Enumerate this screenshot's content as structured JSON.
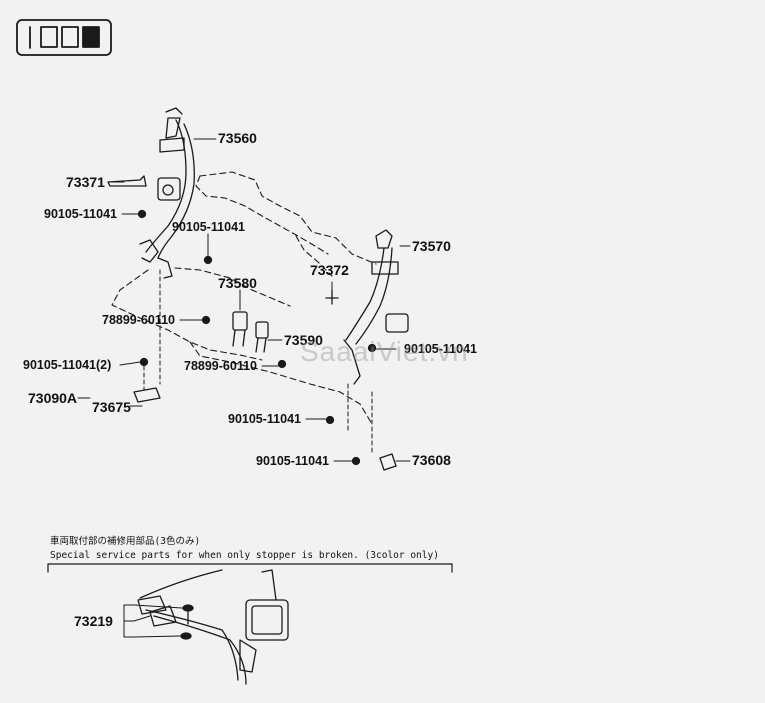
{
  "labels": {
    "p73560": "73560",
    "p73371": "73371",
    "p90105a": "90105-11041",
    "p90105b": "90105-11041",
    "p73570": "73570",
    "p73372": "73372",
    "p73580": "73580",
    "p78899a": "78899-60110",
    "p73590": "73590",
    "p90105c": "90105-11041",
    "p78899b": "78899-60110",
    "p90105d": "90105-11041(2)",
    "p73090a": "73090A",
    "p73675": "73675",
    "p90105e": "90105-11041",
    "p90105f": "90105-11041",
    "p73608": "73608",
    "p73219": "73219"
  },
  "note": {
    "jp": "車両取付部の補修用部品(3色のみ)",
    "en": "Special service parts for when only stopper is broken. (3color only)"
  },
  "watermark": "SaaaiViet.vn",
  "colors": {
    "line": "#1a1a1a",
    "background": "#f2f2f2"
  }
}
